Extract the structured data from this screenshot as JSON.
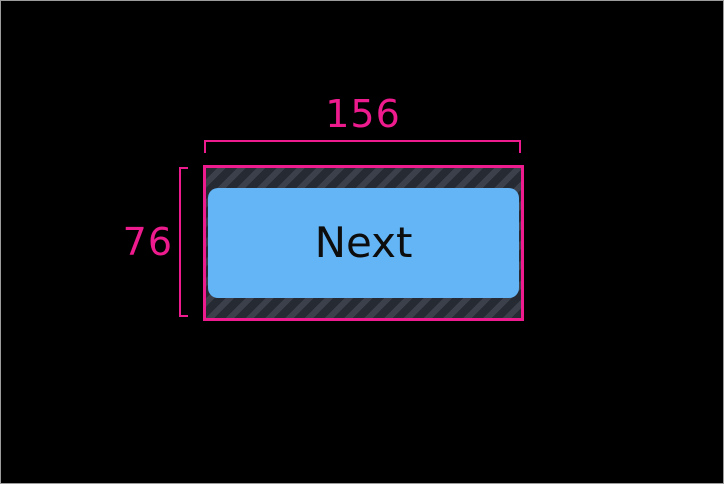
{
  "measurements": {
    "width": "156",
    "height": "76"
  },
  "button": {
    "label": "Next"
  },
  "colors": {
    "annotation_pink": "#ed1b8d",
    "button_blue": "#64b5f6",
    "button_text": "#0d0d0d",
    "hatch_bg": "#3b404b",
    "hatch_stripe": "#262a32",
    "canvas_bg": "#000000",
    "frame_border": "#9c9c9c"
  }
}
